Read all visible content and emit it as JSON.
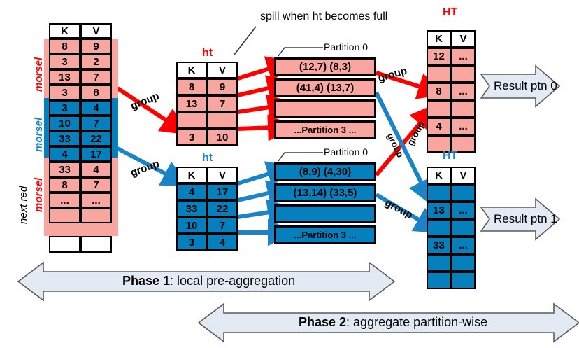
{
  "figure": {
    "title_note": "spill when ht becomes full",
    "colors": {
      "red_fill": "#f9a6a1",
      "red_text": "#ff0000",
      "blue_fill": "#0580bd",
      "blue_text": "#1b84c6",
      "arrow_fill": "#e4eaf4",
      "outline": "#000000"
    }
  },
  "input_table": {
    "headers": {
      "k": "K",
      "v": "V"
    },
    "morsel_labels": {
      "first": "morsel",
      "second": "morsel",
      "third": "morsel",
      "next_red": "next red"
    },
    "rows": [
      {
        "k": "8",
        "v": "9",
        "color": "red"
      },
      {
        "k": "3",
        "v": "2",
        "color": "red"
      },
      {
        "k": "13",
        "v": "7",
        "color": "red"
      },
      {
        "k": "3",
        "v": "8",
        "color": "red"
      },
      {
        "k": "3",
        "v": "4",
        "color": "blue"
      },
      {
        "k": "10",
        "v": "7",
        "color": "blue"
      },
      {
        "k": "33",
        "v": "22",
        "color": "blue"
      },
      {
        "k": "4",
        "v": "17",
        "color": "blue"
      },
      {
        "k": "33",
        "v": "4",
        "color": "red"
      },
      {
        "k": "8",
        "v": "7",
        "color": "red"
      },
      {
        "k": "...",
        "v": "...",
        "color": "red"
      },
      {
        "k": "",
        "v": "",
        "color": "red"
      },
      {
        "k": "",
        "v": "",
        "color": "white"
      }
    ]
  },
  "ht_red": {
    "title": "ht",
    "headers": {
      "k": "K",
      "v": "V"
    },
    "rows": [
      {
        "k": "8",
        "v": "9"
      },
      {
        "k": "13",
        "v": "7"
      },
      {
        "k": "",
        "v": ""
      },
      {
        "k": "3",
        "v": "10"
      }
    ]
  },
  "ht_blue": {
    "title": "ht",
    "headers": {
      "k": "K",
      "v": "V"
    },
    "rows": [
      {
        "k": "4",
        "v": "17"
      },
      {
        "k": "33",
        "v": "22"
      },
      {
        "k": "10",
        "v": "7"
      },
      {
        "k": "3",
        "v": "4"
      }
    ]
  },
  "partitions_red": {
    "label": "Partition 0",
    "rows": [
      "(12,7)  (8,3)",
      "(41,4) (13,7)",
      "",
      "...Partition 3 ..."
    ]
  },
  "partitions_blue": {
    "label": "Partition 0",
    "rows": [
      "(8,9)  (4,30)",
      "(13,14) (33,5)",
      "",
      "...Partition 3 ..."
    ]
  },
  "HT_red": {
    "title": "HT",
    "headers": {
      "k": "K",
      "v": "V"
    },
    "rows": [
      {
        "k": "12",
        "v": "..."
      },
      {
        "k": "",
        "v": ""
      },
      {
        "k": "8",
        "v": "..."
      },
      {
        "k": "",
        "v": ""
      },
      {
        "k": "4",
        "v": "..."
      },
      {
        "k": "",
        "v": ""
      }
    ]
  },
  "HT_blue": {
    "title": "HT",
    "headers": {
      "k": "K",
      "v": "V"
    },
    "rows": [
      {
        "k": "",
        "v": ""
      },
      {
        "k": "13",
        "v": "..."
      },
      {
        "k": "",
        "v": ""
      },
      {
        "k": "33",
        "v": "..."
      },
      {
        "k": "",
        "v": ""
      },
      {
        "k": "",
        "v": ""
      }
    ]
  },
  "results": {
    "ptn0": "Result ptn 0",
    "ptn1": "Result ptn 1"
  },
  "group_labels": {
    "g1": "group",
    "g2": "group",
    "g3": "group",
    "g4": "group",
    "g5": "group",
    "g6": "group"
  },
  "phases": {
    "phase1_bold": "Phase 1",
    "phase1_rest": ": local pre-aggregation",
    "phase2_bold": "Phase 2",
    "phase2_rest": ": aggregate partition-wise"
  }
}
